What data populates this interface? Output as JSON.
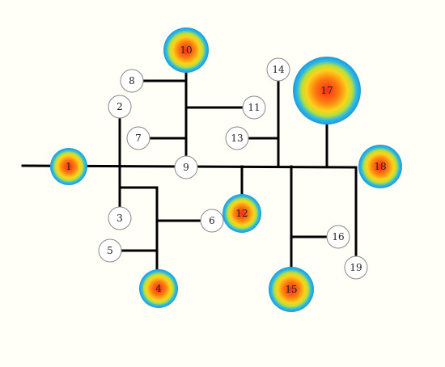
{
  "colors": {
    "background": "#fffff7",
    "edge": "#000000",
    "plain_node_fill": "#ffffff",
    "plain_node_stroke": "#8a8a8a",
    "highlight_gradient": [
      "#ff2a1a",
      "#ff7a10",
      "#ffd21a",
      "#b8e03a",
      "#2ab8e8",
      "#1e9ad8"
    ]
  },
  "nodes": [
    {
      "id": "n1",
      "label": "1",
      "highlighted": true
    },
    {
      "id": "n2",
      "label": "2",
      "highlighted": false
    },
    {
      "id": "n3",
      "label": "3",
      "highlighted": false
    },
    {
      "id": "n4",
      "label": "4",
      "highlighted": true
    },
    {
      "id": "n5",
      "label": "5",
      "highlighted": false
    },
    {
      "id": "n6",
      "label": "6",
      "highlighted": false
    },
    {
      "id": "n7",
      "label": "7",
      "highlighted": false
    },
    {
      "id": "n8",
      "label": "8",
      "highlighted": false
    },
    {
      "id": "n9",
      "label": "9",
      "highlighted": false
    },
    {
      "id": "n10",
      "label": "10",
      "highlighted": true
    },
    {
      "id": "n11",
      "label": "11",
      "highlighted": false
    },
    {
      "id": "n12",
      "label": "12",
      "highlighted": true
    },
    {
      "id": "n13",
      "label": "13",
      "highlighted": false
    },
    {
      "id": "n14",
      "label": "14",
      "highlighted": false
    },
    {
      "id": "n15",
      "label": "15",
      "highlighted": true
    },
    {
      "id": "n16",
      "label": "16",
      "highlighted": false
    },
    {
      "id": "n17",
      "label": "17",
      "highlighted": true
    },
    {
      "id": "n18",
      "label": "18",
      "highlighted": true
    },
    {
      "id": "n19",
      "label": "19",
      "highlighted": false
    }
  ]
}
